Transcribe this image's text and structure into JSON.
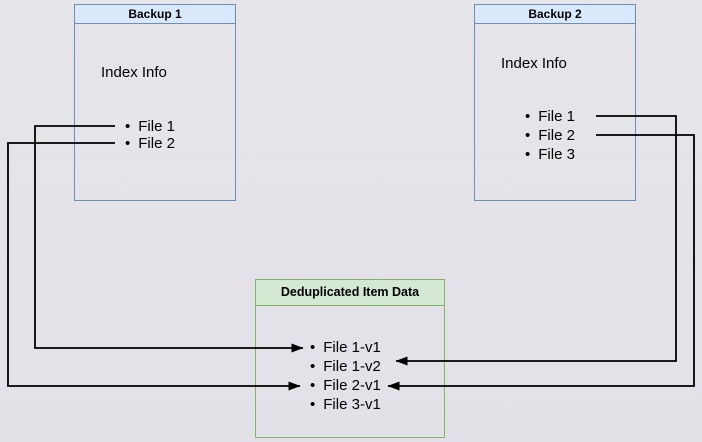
{
  "colors": {
    "background_top": "#e6e5e9",
    "background_bottom": "#e2e1e8",
    "blue_fill": "#dae8fc",
    "blue_stroke": "#6c8ebf",
    "green_fill": "#d5e8d4",
    "green_stroke": "#82b366",
    "line": "#000000",
    "text": "#000000"
  },
  "backup1": {
    "title": "Backup 1",
    "subtitle": "Index Info",
    "items": [
      "File 1",
      "File 2"
    ]
  },
  "backup2": {
    "title": "Backup 2",
    "subtitle": "Index Info",
    "items": [
      "File 1",
      "File 2",
      "File 3"
    ]
  },
  "dedup": {
    "title": "Deduplicated Item Data",
    "items": [
      "File 1-v1",
      "File 1-v2",
      "File 2-v1",
      "File 3-v1"
    ]
  },
  "connections": [
    {
      "from": "Backup 1: File 1",
      "to": "File 1-v1",
      "route": "left"
    },
    {
      "from": "Backup 1: File 2",
      "to": "File 2-v1",
      "route": "left"
    },
    {
      "from": "Backup 2: File 1",
      "to": "File 1-v2",
      "route": "right"
    },
    {
      "from": "Backup 2: File 2",
      "to": "File 2-v1",
      "route": "right"
    }
  ]
}
